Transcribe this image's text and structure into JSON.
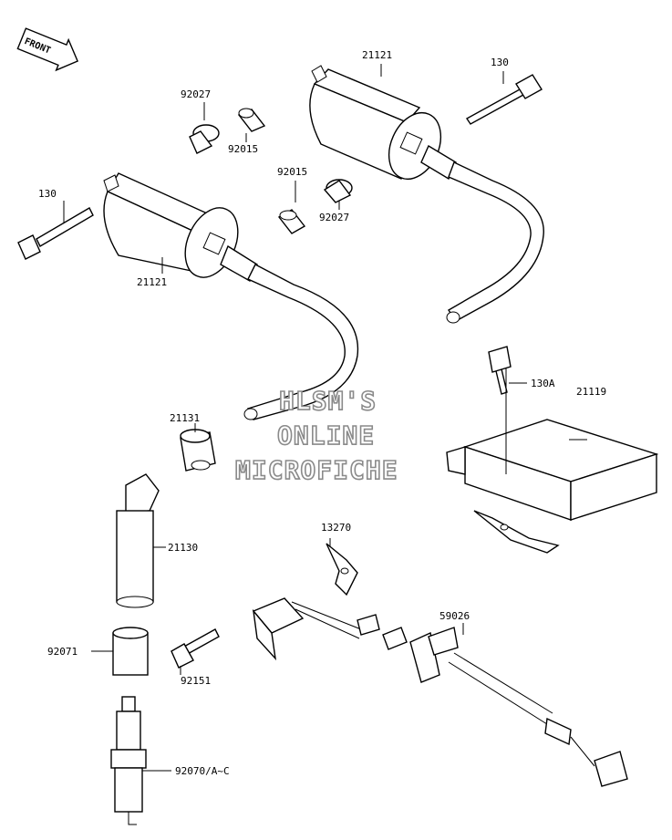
{
  "front_arrow": "FRONT",
  "watermark": {
    "line1": "HLSM'S",
    "line2": "ONLINE",
    "line3": "MICROFICHE"
  },
  "labels": {
    "coil_upper": "21121",
    "bolt_upper": "130",
    "collar_upper_left": "92027",
    "bushing_upper_left": "92015",
    "bushing_center": "92015",
    "collar_center": "92027",
    "bolt_left": "130",
    "coil_lower": "21121",
    "bolt_igniter": "130A",
    "igniter": "21119",
    "cap_seal": "21131",
    "plug_cap": "21130",
    "bracket": "13270",
    "clamp": "59026",
    "sleeve": "92071",
    "screw": "92151",
    "spark_plug": "92070/A~C"
  }
}
